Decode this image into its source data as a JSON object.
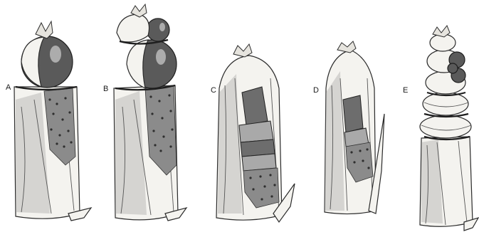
{
  "figure": {
    "labels": [
      "A",
      "B",
      "C",
      "D",
      "E"
    ]
  },
  "colors": {
    "ink": "#1e1e1e",
    "cloth": "#f4f3ef",
    "shot": "#5a5a5a",
    "powder": "#8b8b8b"
  }
}
